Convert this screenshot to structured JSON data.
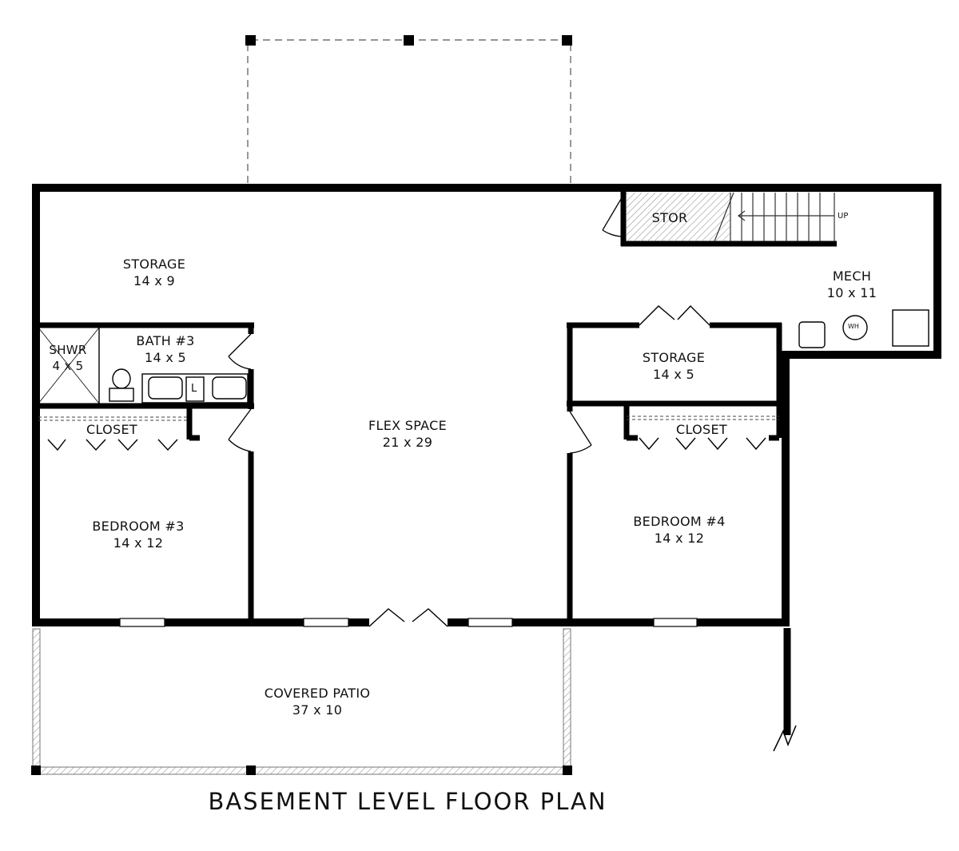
{
  "title": "BASEMENT LEVEL FLOOR PLAN",
  "rooms": {
    "storage_nw": {
      "name": "STORAGE",
      "dims": "14 x 9"
    },
    "shower": {
      "name": "SHWR",
      "dims": "4 x 5"
    },
    "bath": {
      "name": "BATH #3",
      "dims": "14 x 5"
    },
    "closet_left": {
      "name": "CLOSET"
    },
    "bedroom3": {
      "name": "BEDROOM #3",
      "dims": "14 x 12"
    },
    "flex": {
      "name": "FLEX SPACE",
      "dims": "21 x 29"
    },
    "stor": {
      "name": "STOR"
    },
    "mech": {
      "name": "MECH",
      "dims": "10 x 11"
    },
    "storage_mid": {
      "name": "STORAGE",
      "dims": "14 x 5"
    },
    "closet_right": {
      "name": "CLOSET"
    },
    "bedroom4": {
      "name": "BEDROOM #4",
      "dims": "14 x 12"
    },
    "patio": {
      "name": "COVERED PATIO",
      "dims": "37 x 10"
    }
  },
  "annotations": {
    "stairs": "UP",
    "laundry": "L",
    "water_heater": "WH"
  },
  "colors": {
    "wall": "#000000",
    "hatch": "#9a9a9a"
  }
}
